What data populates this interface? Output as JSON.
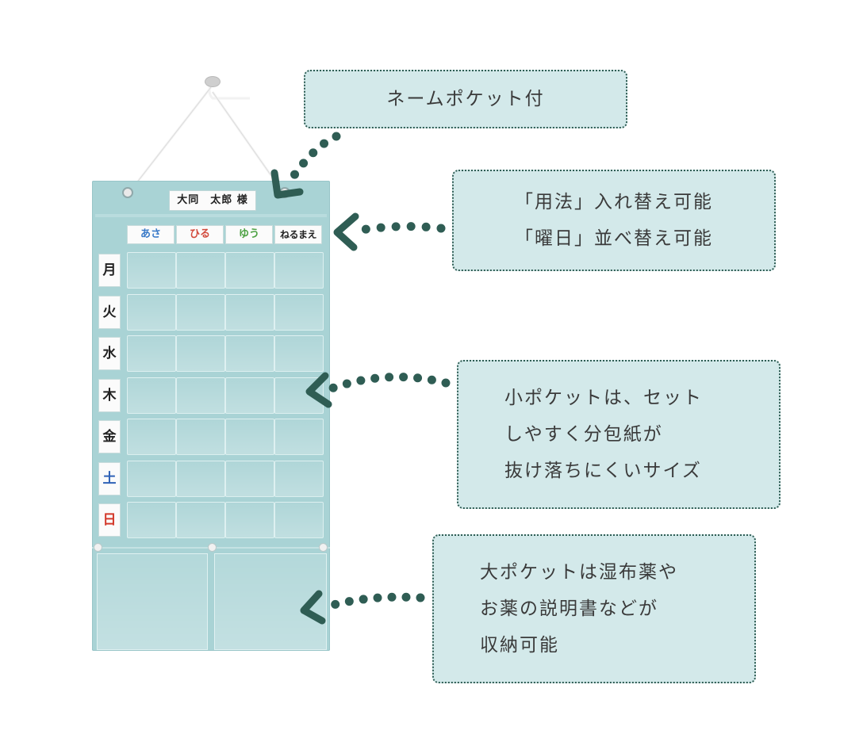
{
  "board": {
    "name_tag": "大同　太郎 様",
    "time_slots": [
      {
        "label": "あさ",
        "color": "#3a7ac8"
      },
      {
        "label": "ひる",
        "color": "#d24a3c"
      },
      {
        "label": "ゆう",
        "color": "#4ea244"
      },
      {
        "label": "ねるまえ",
        "color": "#222222"
      }
    ],
    "days": [
      {
        "label": "月",
        "color": "#222222"
      },
      {
        "label": "火",
        "color": "#222222"
      },
      {
        "label": "水",
        "color": "#222222"
      },
      {
        "label": "木",
        "color": "#222222"
      },
      {
        "label": "金",
        "color": "#222222"
      },
      {
        "label": "土",
        "color": "#2f62b7"
      },
      {
        "label": "日",
        "color": "#d33a2c"
      }
    ],
    "fabric_color": "#a9d3d5"
  },
  "callouts": {
    "name_pocket": {
      "lines": [
        "ネームポケット付"
      ]
    },
    "swap": {
      "lines": [
        "「用法」入れ替え可能",
        "「曜日」並べ替え可能"
      ]
    },
    "small_pocket": {
      "lines": [
        "小ポケットは、セット",
        "しやすく分包紙が",
        "抜け落ちにくいサイズ"
      ]
    },
    "large_pocket": {
      "lines": [
        "大ポケットは湿布薬や",
        "お薬の説明書などが",
        "収納可能"
      ]
    }
  },
  "colors": {
    "callout_bg": "#d3e9ea",
    "accent": "#2f5d54"
  }
}
